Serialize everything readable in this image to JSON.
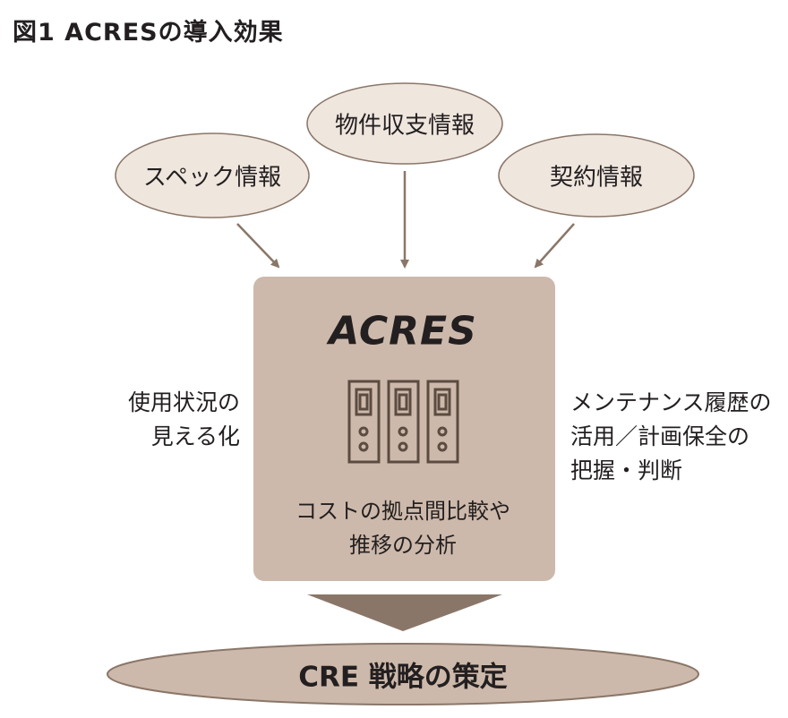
{
  "title": "図1  ACRESの導入効果",
  "inputs": {
    "spec": "スペック情報",
    "income": "物件収支情報",
    "contract": "契約情報"
  },
  "system": {
    "name": "ACRES",
    "note_line1": "コストの拠点間比較や",
    "note_line2": "推移の分析",
    "icon": "server-icon"
  },
  "left_note": {
    "line1": "使用状況の",
    "line2": "見える化"
  },
  "right_note": {
    "line1": "メンテナンス履歴の",
    "line2": "活用／計画保全の",
    "line3": "把握・判断"
  },
  "result": "CRE 戦略の策定",
  "colors": {
    "ellipse_fill": "#efe6de",
    "ellipse_stroke": "#8a7668",
    "box_fill": "#cdb9ab",
    "arrow": "#8a7668",
    "funnel": "#8a7668",
    "result_fill": "#cdb9ab",
    "icon_stroke": "#5c4b40"
  }
}
